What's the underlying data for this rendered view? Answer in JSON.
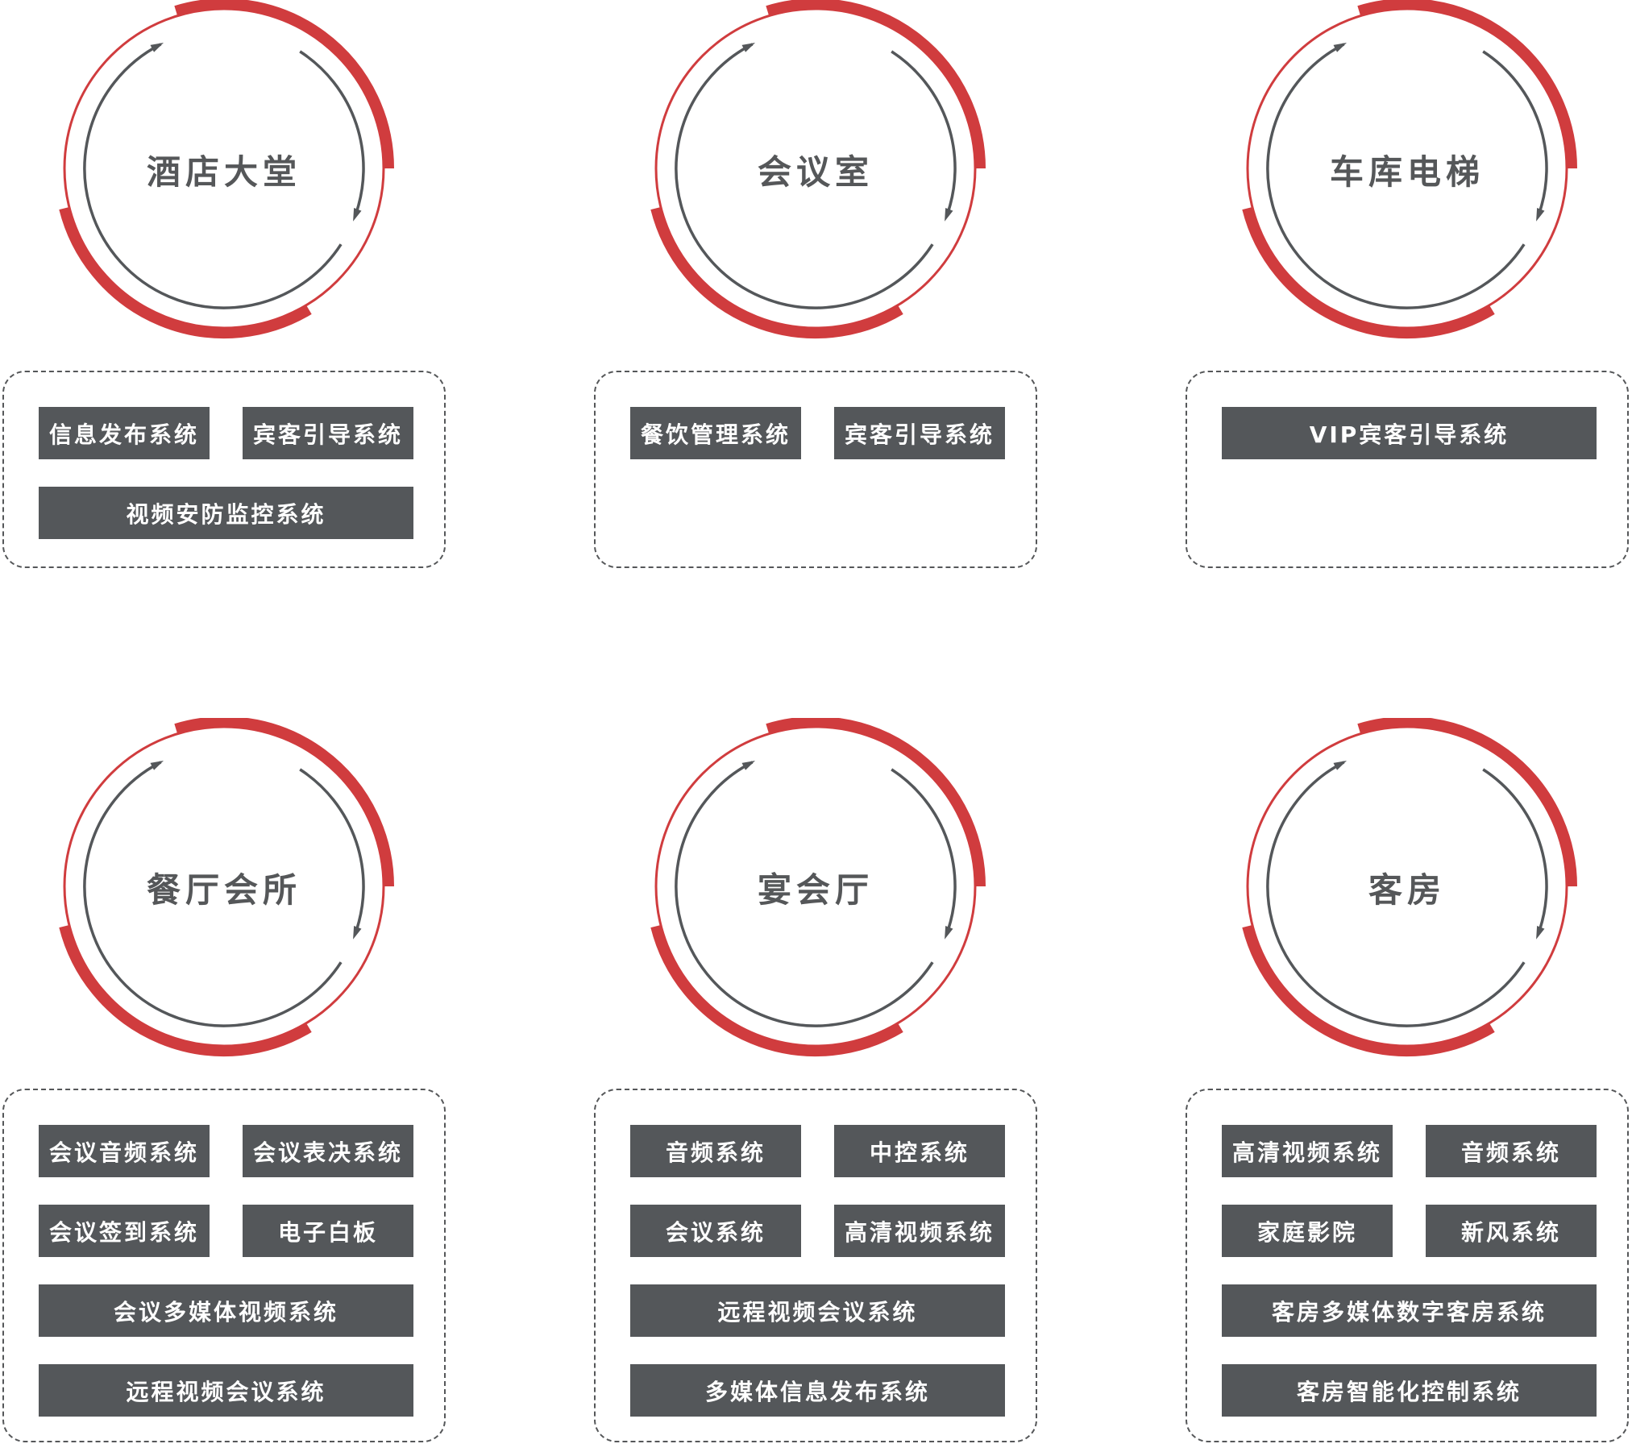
{
  "colors": {
    "accent": "#d03c3e",
    "dark": "#54575a"
  },
  "cards": [
    {
      "title": "酒店大堂",
      "items": [
        {
          "label": "信息发布系统"
        },
        {
          "label": "宾客引导系统"
        },
        {
          "label": "视频安防监控系统",
          "full": true
        }
      ]
    },
    {
      "title": "会议室",
      "items": [
        {
          "label": "餐饮管理系统"
        },
        {
          "label": "宾客引导系统"
        }
      ]
    },
    {
      "title": "车库电梯",
      "items": [
        {
          "label": "VIP宾客引导系统",
          "full": true
        }
      ]
    },
    {
      "title": "餐厅会所",
      "items": [
        {
          "label": "会议音频系统"
        },
        {
          "label": "会议表决系统"
        },
        {
          "label": "会议签到系统"
        },
        {
          "label": "电子白板"
        },
        {
          "label": "会议多媒体视频系统",
          "full": true
        },
        {
          "label": "远程视频会议系统",
          "full": true
        }
      ]
    },
    {
      "title": "宴会厅",
      "items": [
        {
          "label": "音频系统"
        },
        {
          "label": "中控系统"
        },
        {
          "label": "会议系统"
        },
        {
          "label": "高清视频系统"
        },
        {
          "label": "远程视频会议系统",
          "full": true
        },
        {
          "label": "多媒体信息发布系统",
          "full": true
        }
      ]
    },
    {
      "title": "客房",
      "items": [
        {
          "label": "高清视频系统"
        },
        {
          "label": "音频系统"
        },
        {
          "label": "家庭影院"
        },
        {
          "label": "新风系统"
        },
        {
          "label": "客房多媒体数字客房系统",
          "full": true
        },
        {
          "label": "客房智能化控制系统",
          "full": true
        }
      ]
    }
  ]
}
